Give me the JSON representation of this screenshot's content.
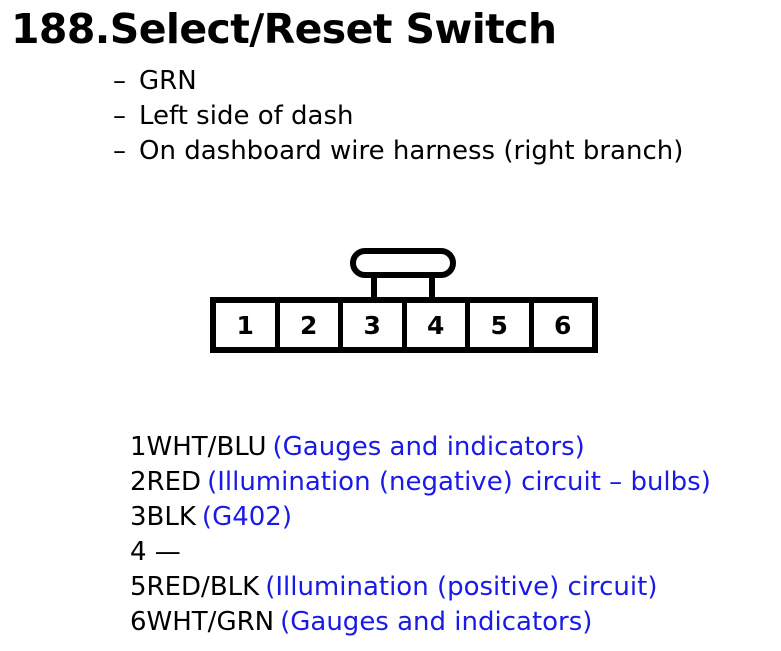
{
  "title": "188.Select/Reset Switch",
  "bullets": [
    {
      "dash": "–",
      "text": "GRN"
    },
    {
      "dash": "–",
      "text": "Left side of dash"
    },
    {
      "dash": "–",
      "text": "On dashboard wire harness (right branch)"
    }
  ],
  "connector": {
    "type": "6-pin connector with top latch",
    "latch_spans_pins": [
      3,
      4
    ],
    "pins": [
      {
        "number": "1"
      },
      {
        "number": "2"
      },
      {
        "number": "3"
      },
      {
        "number": "4"
      },
      {
        "number": "5"
      },
      {
        "number": "6"
      }
    ]
  },
  "legend": [
    {
      "code": "1WHT/BLU",
      "desc": "(Gauges and indicators)"
    },
    {
      "code": "2RED",
      "desc": "(Illumination (negative) circuit – bulbs)"
    },
    {
      "code": "3BLK",
      "desc": "(G402)"
    },
    {
      "code": "4 —",
      "desc": ""
    },
    {
      "code": "5RED/BLK",
      "desc": "(Illumination (positive) circuit)"
    },
    {
      "code": "6WHT/GRN",
      "desc": "(Gauges and indicators)"
    }
  ],
  "colors": {
    "text": "#000000",
    "description": "#1A1AE6",
    "background": "#ffffff"
  }
}
